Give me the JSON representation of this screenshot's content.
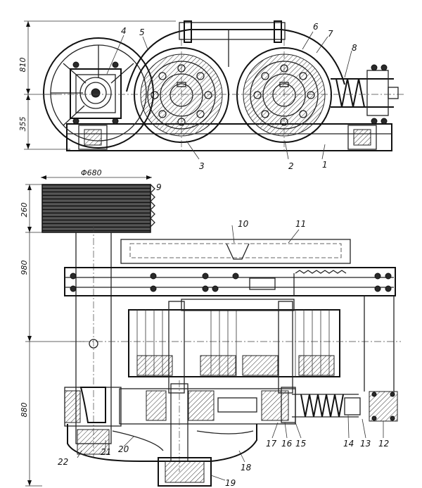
{
  "dimensions": {
    "d810": "810",
    "d355": "355",
    "d680": "Φ680",
    "d260": "260",
    "d980": "980",
    "d880": "880"
  },
  "labels": {
    "n1": "1",
    "n2": "2",
    "n3": "3",
    "n4": "4",
    "n5": "5",
    "n6": "6",
    "n7": "7",
    "n8": "8",
    "n9": "9",
    "n10": "10",
    "n11": "11",
    "n12": "12",
    "n13": "13",
    "n14": "14",
    "n15": "15",
    "n16": "16",
    "n17": "17",
    "n18": "18",
    "n19": "19",
    "n20": "20",
    "n21": "21",
    "n22": "22"
  }
}
